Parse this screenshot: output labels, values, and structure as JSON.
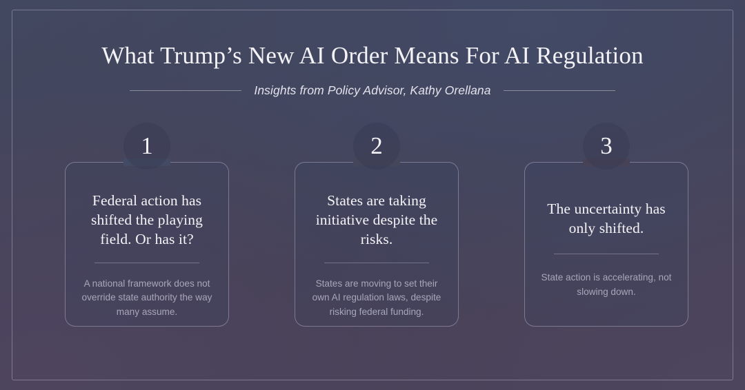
{
  "theme": {
    "background_start": "#414860",
    "background_mid": "#454257",
    "background_end": "#4a4259",
    "frame_line": "#bebacd",
    "heading_text": "#f3f2f7",
    "body_text": "#a8a6b9",
    "card_border": "#b2aac4",
    "divider": "#c4c1d0"
  },
  "header": {
    "title": "What Trump’s New AI Order Means For AI Regulation",
    "subtitle": "Insights from Policy Advisor, Kathy Orellana"
  },
  "cards": [
    {
      "number": "1",
      "heading": "Federal action has shifted the playing field. Or has it?",
      "body": "A national framework does not override state authority the way many assume."
    },
    {
      "number": "2",
      "heading": "States are taking initiative despite the risks.",
      "body": "States are moving to set their own AI regulation laws, despite risking federal funding."
    },
    {
      "number": "3",
      "heading": "The uncertainty has only shifted.",
      "body": "State action is accelerating, not slowing down."
    }
  ]
}
